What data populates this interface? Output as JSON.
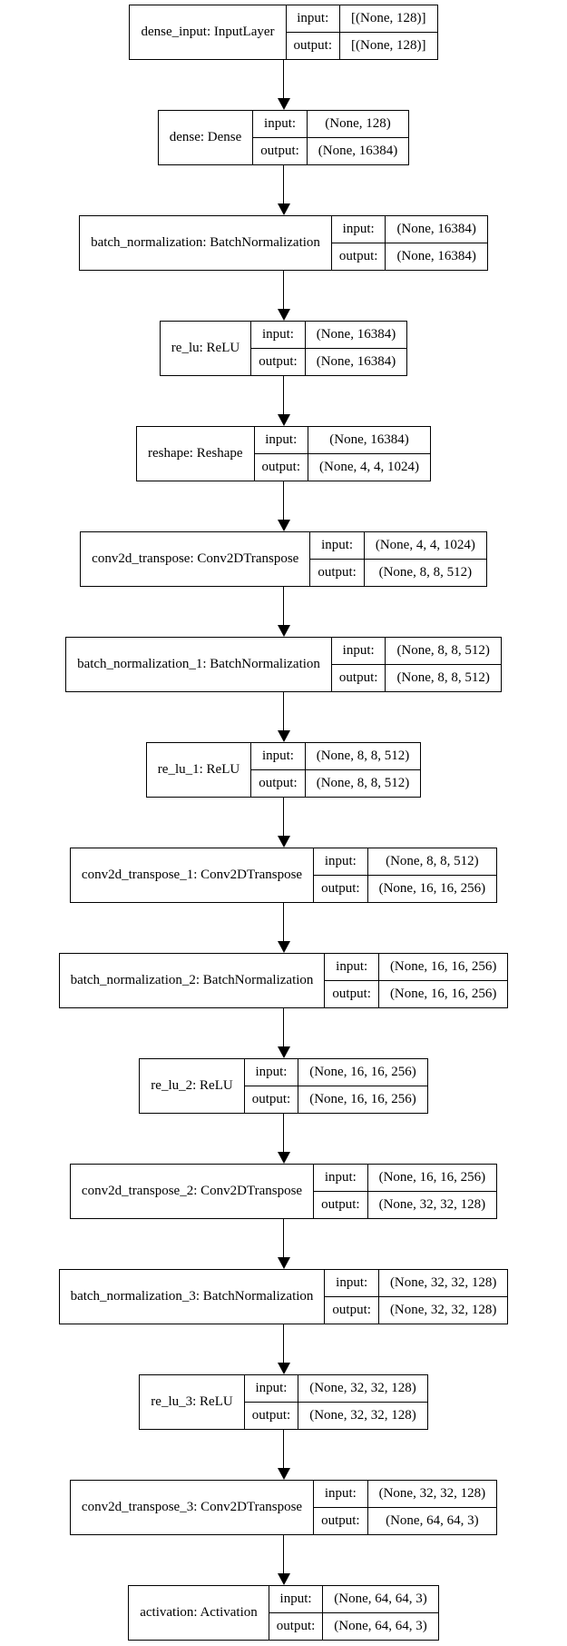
{
  "diagram": {
    "background_color": "#ffffff",
    "border_color": "#000000",
    "input_label": "input:",
    "output_label": "output:",
    "layers": [
      {
        "name": "dense_input: InputLayer",
        "input": "[(None, 128)]",
        "output": "[(None, 128)]"
      },
      {
        "name": "dense: Dense",
        "input": "(None, 128)",
        "output": "(None, 16384)"
      },
      {
        "name": "batch_normalization: BatchNormalization",
        "input": "(None, 16384)",
        "output": "(None, 16384)"
      },
      {
        "name": "re_lu: ReLU",
        "input": "(None, 16384)",
        "output": "(None, 16384)"
      },
      {
        "name": "reshape: Reshape",
        "input": "(None, 16384)",
        "output": "(None, 4, 4, 1024)"
      },
      {
        "name": "conv2d_transpose: Conv2DTranspose",
        "input": "(None, 4, 4, 1024)",
        "output": "(None, 8, 8, 512)"
      },
      {
        "name": "batch_normalization_1: BatchNormalization",
        "input": "(None, 8, 8, 512)",
        "output": "(None, 8, 8, 512)"
      },
      {
        "name": "re_lu_1: ReLU",
        "input": "(None, 8, 8, 512)",
        "output": "(None, 8, 8, 512)"
      },
      {
        "name": "conv2d_transpose_1: Conv2DTranspose",
        "input": "(None, 8, 8, 512)",
        "output": "(None, 16, 16, 256)"
      },
      {
        "name": "batch_normalization_2: BatchNormalization",
        "input": "(None, 16, 16, 256)",
        "output": "(None, 16, 16, 256)"
      },
      {
        "name": "re_lu_2: ReLU",
        "input": "(None, 16, 16, 256)",
        "output": "(None, 16, 16, 256)"
      },
      {
        "name": "conv2d_transpose_2: Conv2DTranspose",
        "input": "(None, 16, 16, 256)",
        "output": "(None, 32, 32, 128)"
      },
      {
        "name": "batch_normalization_3: BatchNormalization",
        "input": "(None, 32, 32, 128)",
        "output": "(None, 32, 32, 128)"
      },
      {
        "name": "re_lu_3: ReLU",
        "input": "(None, 32, 32, 128)",
        "output": "(None, 32, 32, 128)"
      },
      {
        "name": "conv2d_transpose_3: Conv2DTranspose",
        "input": "(None, 32, 32, 128)",
        "output": "(None, 64, 64, 3)"
      },
      {
        "name": "activation: Activation",
        "input": "(None, 64, 64, 3)",
        "output": "(None, 64, 64, 3)"
      }
    ]
  }
}
